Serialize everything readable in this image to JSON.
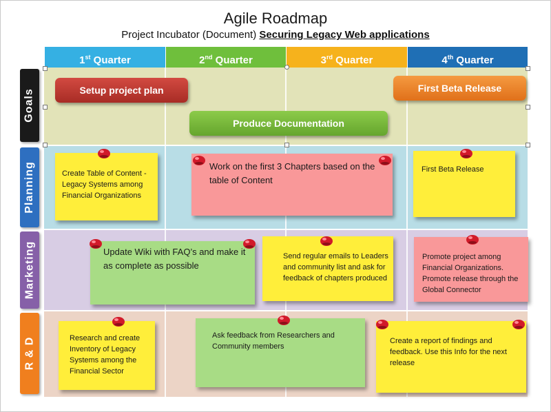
{
  "title": "Agile Roadmap",
  "subtitle": {
    "prefix": "Project Incubator (Document) ",
    "emphasis": "Securing Legacy Web applications"
  },
  "quarters": [
    {
      "num": "1",
      "suffix": "st",
      "label": " Quarter",
      "color": "#35b0e3"
    },
    {
      "num": "2",
      "suffix": "nd",
      "label": " Quarter",
      "color": "#6fbf3c"
    },
    {
      "num": "3",
      "suffix": "rd",
      "label": " Quarter",
      "color": "#f6b21c"
    },
    {
      "num": "4",
      "suffix": "th",
      "label": " Quarter",
      "color": "#1f6fb5"
    }
  ],
  "lanes": {
    "goals": {
      "label": "Goals",
      "color": "#1a1a1a",
      "bg": "#e2e3b8"
    },
    "planning": {
      "label": "Planning",
      "color": "#2e6fc0",
      "bg": "#b8dde6"
    },
    "marketing": {
      "label": "Marketing",
      "color": "#8660a8",
      "bg": "#d8cde4"
    },
    "rnd": {
      "label": "R & D",
      "color": "#f07f1e",
      "bg": "#ecd4c6"
    }
  },
  "goals": {
    "setup": {
      "text": "Setup project plan",
      "color": "#c43b33"
    },
    "beta": {
      "text": "First Beta Release",
      "color": "#f07f1e"
    },
    "docs": {
      "text": "Produce Documentation",
      "color": "#7bbd3a"
    }
  },
  "notes": {
    "planning": [
      {
        "text": "Create Table of Content -Legacy Systems among Financial Organizations",
        "color": "#ffee3a"
      },
      {
        "text": "Work on the first 3 Chapters based on the table of Content",
        "color": "#f99899"
      },
      {
        "text": "First Beta Release",
        "color": "#ffee3a"
      }
    ],
    "marketing": [
      {
        "text": "Update Wiki with FAQ’s and make it as complete as possible",
        "color": "#a8dc85"
      },
      {
        "text": "Send regular emails to Leaders and community list and ask for feedback of chapters produced",
        "color": "#ffee3a"
      },
      {
        "text": "Promote project among Financial Organizations. Promote release through the Global Connector",
        "color": "#f99899"
      }
    ],
    "rnd": [
      {
        "text": "Research and create Inventory of Legacy Systems among the Financial Sector",
        "color": "#ffee3a"
      },
      {
        "text": "Ask feedback from Researchers and Community members",
        "color": "#a8dc85"
      },
      {
        "text": "Create a report of findings and feedback. Use this Info for the next release",
        "color": "#ffee3a"
      }
    ]
  },
  "colors": {
    "pin": "#d11a2a",
    "grid": "#ffffff"
  }
}
